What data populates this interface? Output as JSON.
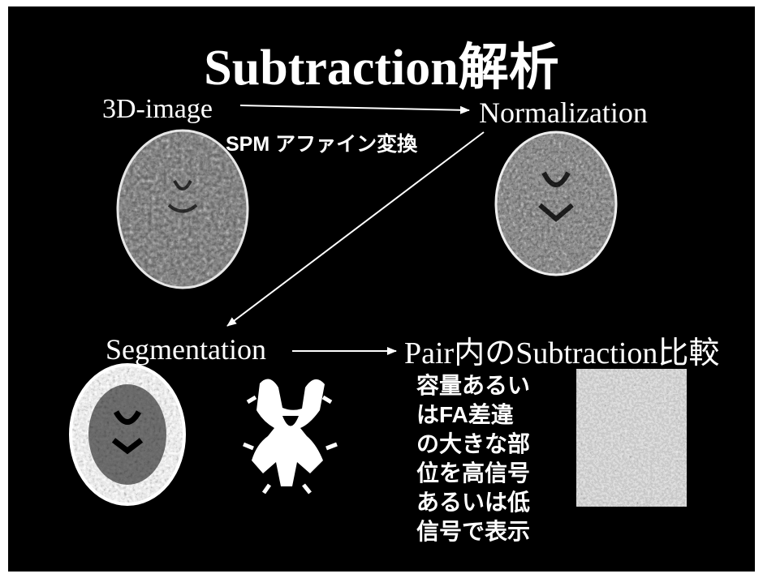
{
  "slide": {
    "title": "Subtraction解析",
    "steps": {
      "image3d": "3D-image",
      "normalization": "Normalization",
      "segmentation": "Segmentation",
      "pair_compare": "Pair内のSubtraction比較"
    },
    "transform_label": "SPM アファイン変換",
    "description_lines": [
      "容量あるい",
      "はFA差違",
      "の大きな部",
      "位を高信号",
      "あるいは低",
      "信号で表示"
    ]
  },
  "colors": {
    "background": "#000000",
    "text": "#ffffff",
    "brain_gray": "#9a9a9a",
    "subtraction_bg": "#cfcfcf"
  }
}
